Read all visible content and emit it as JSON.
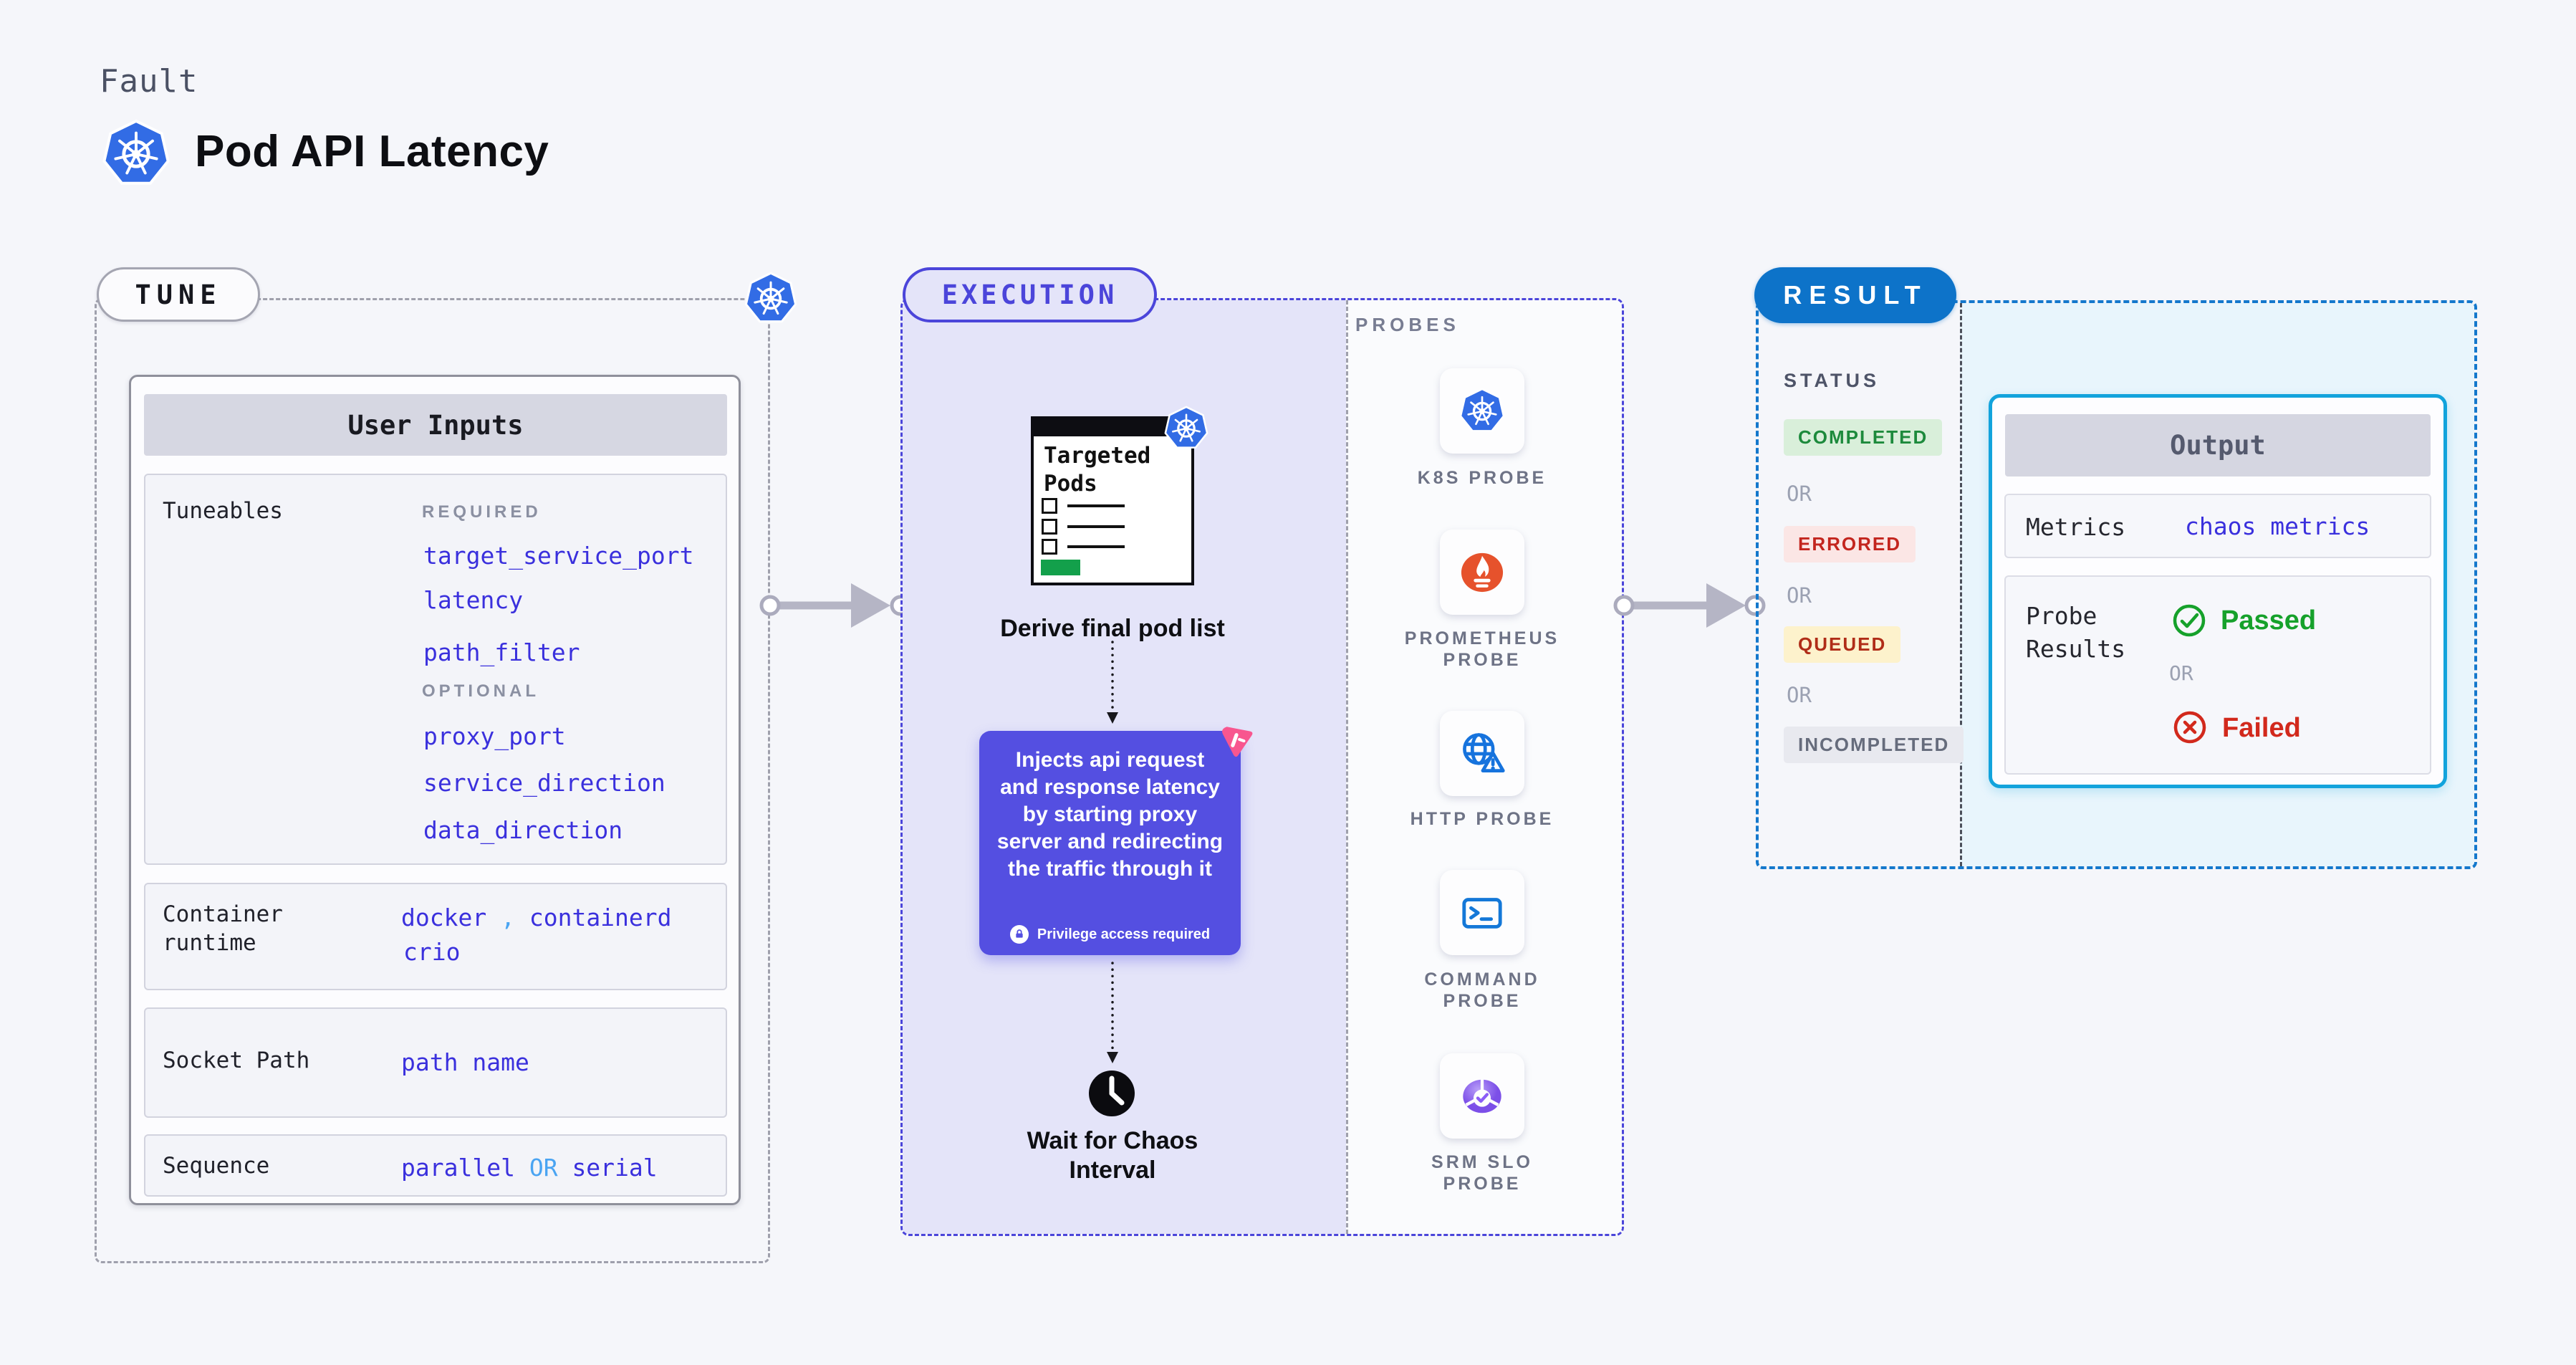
{
  "header": {
    "eyebrow": "Fault",
    "title": "Pod API Latency"
  },
  "tune": {
    "pill": "TUNE",
    "panel_title": "User Inputs",
    "tuneables": {
      "label": "Tuneables",
      "required_tag": "REQUIRED",
      "required": [
        "target_service_port",
        "latency",
        "path_filter"
      ],
      "optional_tag": "OPTIONAL",
      "optional": [
        "proxy_port",
        "service_direction",
        "data_direction"
      ]
    },
    "container_runtime": {
      "label": "Container runtime",
      "value1": "docker",
      "separator": ",",
      "value2": "containerd",
      "value3": "crio"
    },
    "socket_path": {
      "label": "Socket Path",
      "value": "path name"
    },
    "sequence": {
      "label": "Sequence",
      "value1": "parallel",
      "or": "OR",
      "value2": "serial"
    }
  },
  "execution": {
    "pill": "EXECUTION",
    "targeted_pods_title": "Targeted Pods",
    "derive_label": "Derive final pod list",
    "inject_description": "Injects api request and response latency by starting proxy server and redirecting the traffic through it",
    "privilege_note": "Privilege access required",
    "wait_label": "Wait for Chaos Interval"
  },
  "probes": {
    "section_label": "PROBES",
    "items": [
      {
        "label": "K8S PROBE",
        "icon": "kubernetes-icon"
      },
      {
        "label": "PROMETHEUS PROBE",
        "icon": "prometheus-icon"
      },
      {
        "label": "HTTP PROBE",
        "icon": "globe-warning-icon"
      },
      {
        "label": "COMMAND PROBE",
        "icon": "terminal-icon"
      },
      {
        "label": "SRM SLO PROBE",
        "icon": "slo-pie-icon"
      }
    ]
  },
  "result": {
    "pill": "RESULT",
    "status_label": "STATUS",
    "or_label": "OR",
    "statuses": [
      {
        "label": "COMPLETED",
        "bg": "#d9efda",
        "color": "#1d8a3c"
      },
      {
        "label": "ERRORED",
        "bg": "#fbe6e5",
        "color": "#c3251e"
      },
      {
        "label": "QUEUED",
        "bg": "#fdf2cc",
        "color": "#b02d18"
      },
      {
        "label": "INCOMPLETED",
        "bg": "#e8e9ef",
        "color": "#666c7c"
      }
    ],
    "output": {
      "title": "Output",
      "metrics_label": "Metrics",
      "metrics_value": "chaos metrics",
      "probe_results_label": "Probe Results",
      "passed": "Passed",
      "or": "OR",
      "failed": "Failed"
    }
  },
  "colors": {
    "page_bg": "#f5f6fa",
    "kubernetes_blue": "#326ce5",
    "tune_border": "#9fa0ac",
    "execution_accent": "#4b45da",
    "execution_fill": "#e4e4f9",
    "result_accent": "#0d73c9",
    "output_border": "#12a3dc",
    "value_blue": "#3a30dd",
    "light_blue": "#4aa4f2",
    "inject_purple": "#544fe1",
    "chaos_pink": "#f8568f",
    "passed_green": "#16a12b",
    "failed_red": "#d2291c",
    "prometheus_orange": "#e6522c",
    "targeted_green": "#13a04b"
  }
}
